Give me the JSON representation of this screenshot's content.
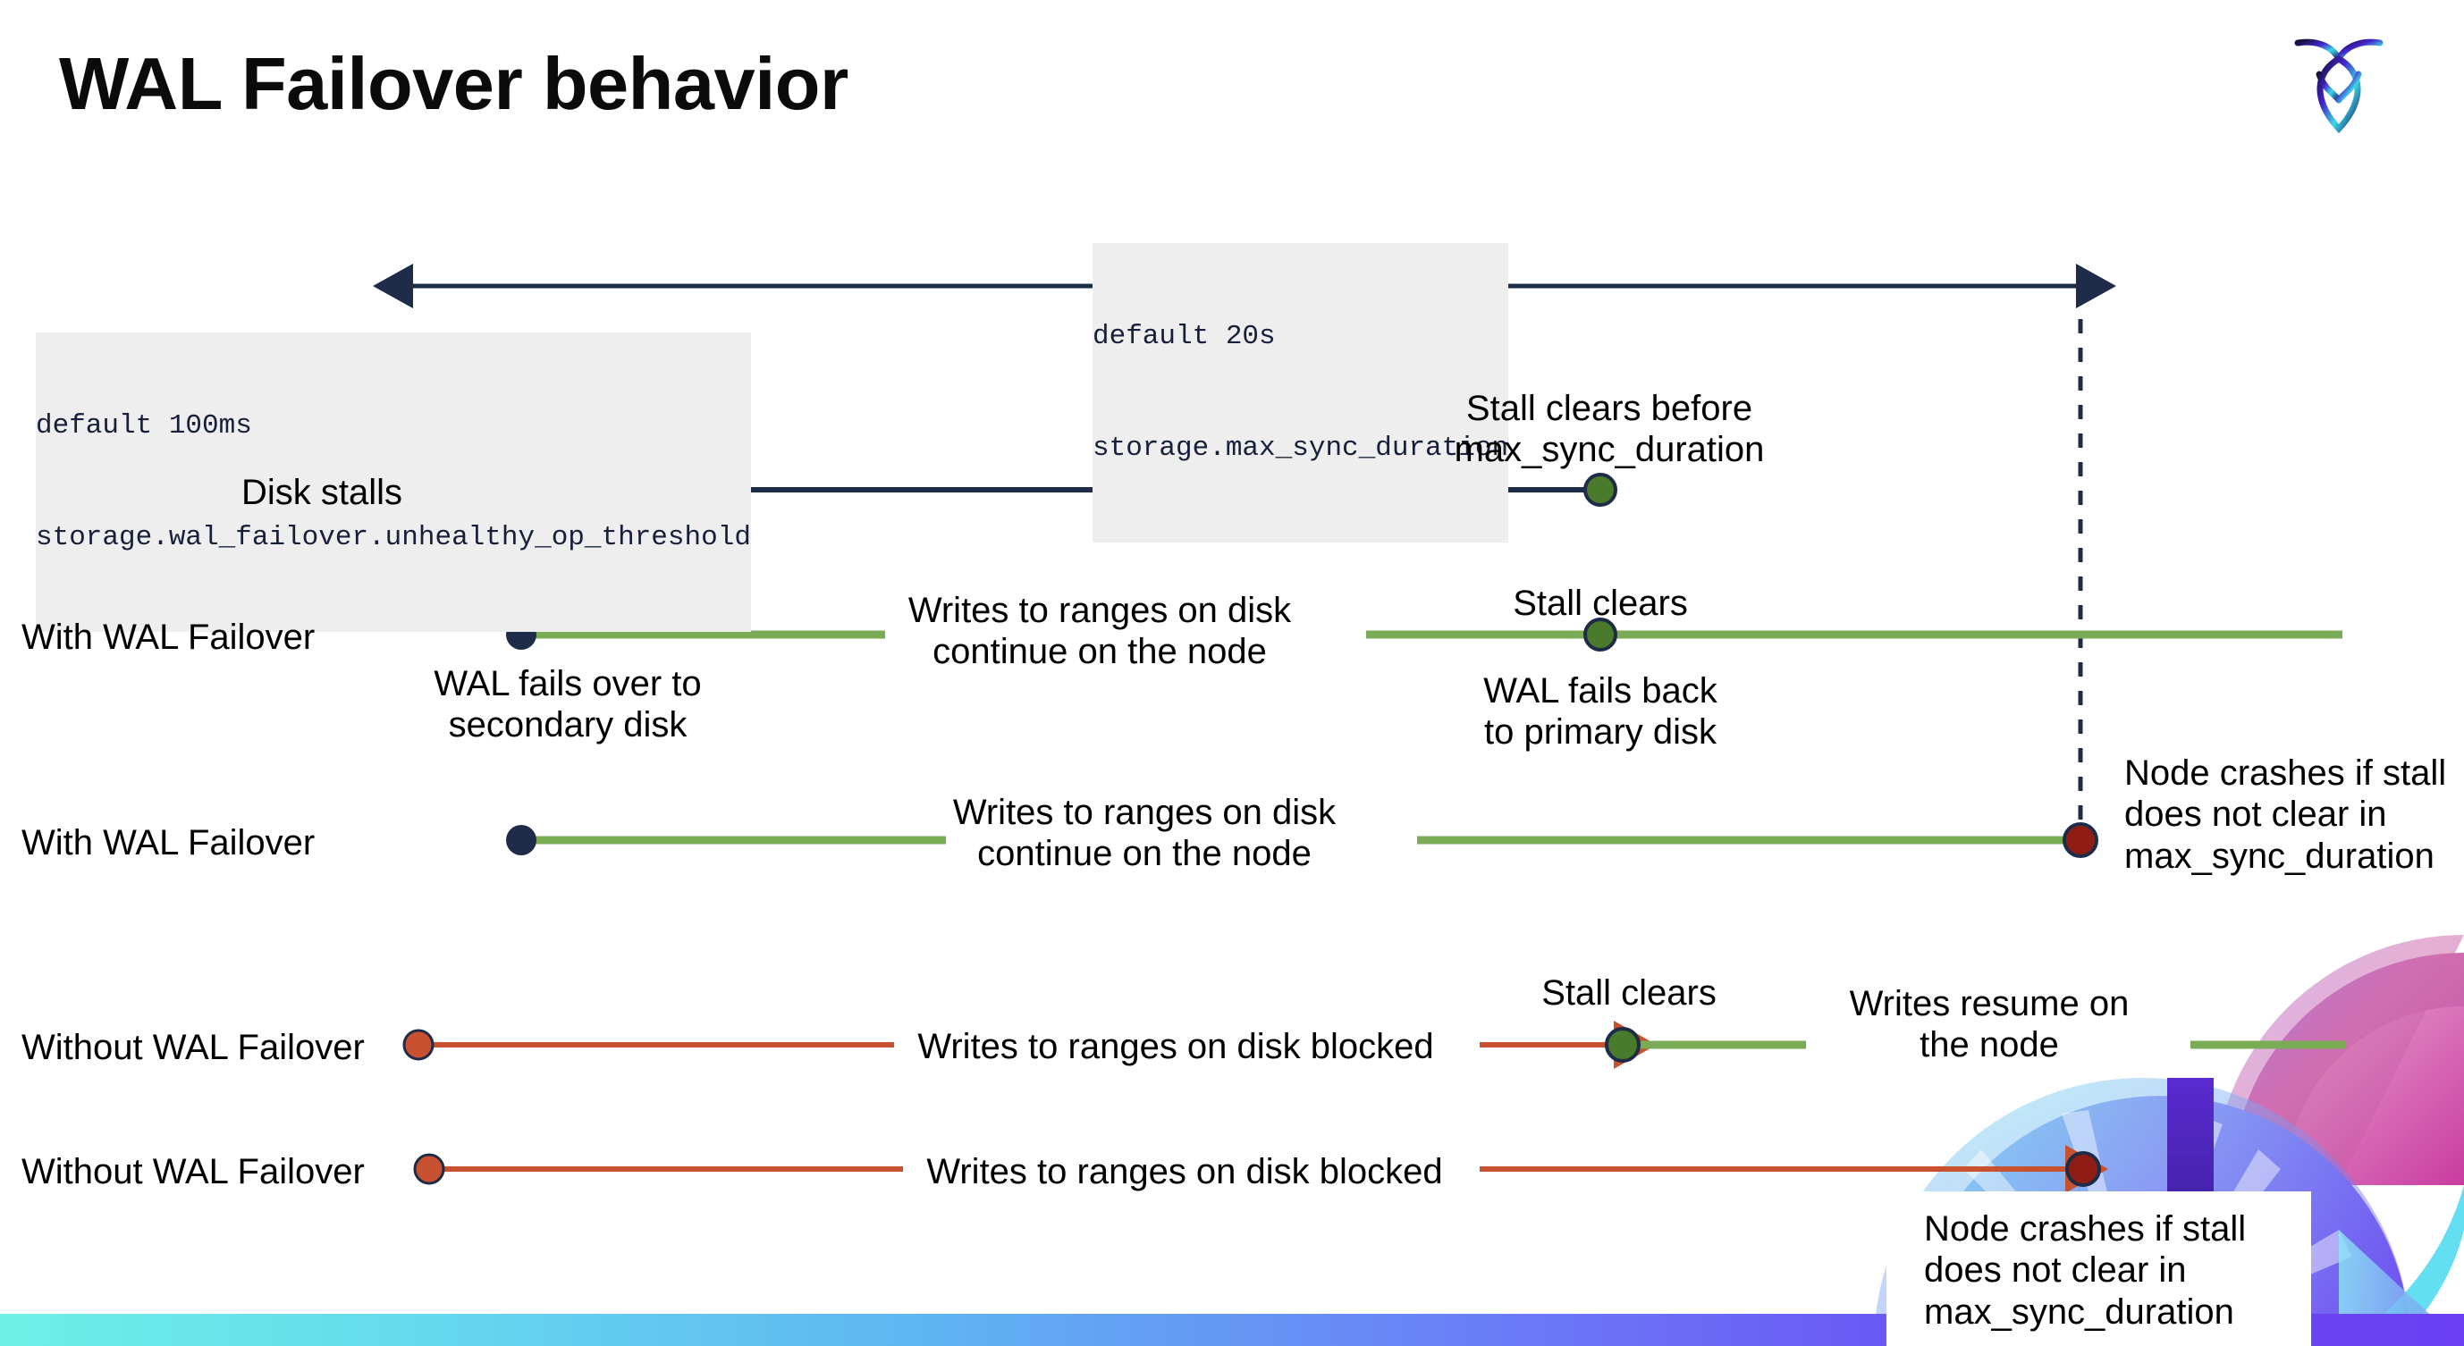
{
  "slide": {
    "title": "WAL Failover behavior",
    "logo_name": "cockroachdb-logo",
    "background": "#ffffff",
    "accent_colors": {
      "navy": "#1e2b४9",
      "navy_fixed": "#1e2b49",
      "green_line": "#7aa köp",
      "green": "#7aab55",
      "green_dot": "#4a7a2c",
      "orange": "#c8522f",
      "dark_red": "#8f1d14",
      "code_bg": "#eeeeee",
      "band_start": "#6ef0e6",
      "band_end": "#6a40f2"
    }
  },
  "annotations": {
    "max_sync": {
      "default": "default 20s",
      "setting": "storage.max_sync_duration"
    },
    "unhealthy_op": {
      "default": "default 100ms",
      "setting": "storage.wal_failover.unhealthy_op_threshold"
    }
  },
  "rows": [
    {
      "id": "disk-stalls",
      "label": "Disk stalls",
      "notes": [
        {
          "id": "stall-clears-before",
          "text": "Stall clears before\nmax_sync_duration"
        }
      ]
    },
    {
      "id": "with-wal-failover-1",
      "label": "With WAL Failover",
      "notes": [
        {
          "id": "wal-fails-over",
          "text": "WAL fails over to\nsecondary disk"
        },
        {
          "id": "writes-continue-1",
          "text": "Writes to ranges on disk\ncontinue on the node"
        },
        {
          "id": "stall-clears-1",
          "text": "Stall clears"
        },
        {
          "id": "wal-fails-back",
          "text": "WAL fails  back\nto primary disk"
        }
      ]
    },
    {
      "id": "with-wal-failover-2",
      "label": "With WAL Failover",
      "notes": [
        {
          "id": "writes-continue-2",
          "text": "Writes to ranges on disk\ncontinue on the node"
        },
        {
          "id": "node-crashes-1",
          "text": "Node crashes if stall\ndoes not clear in\nmax_sync_duration"
        }
      ]
    },
    {
      "id": "without-wal-failover-1",
      "label": "Without WAL Failover",
      "notes": [
        {
          "id": "writes-blocked-1",
          "text": "Writes to ranges on disk  blocked"
        },
        {
          "id": "stall-clears-2",
          "text": "Stall clears"
        },
        {
          "id": "writes-resume",
          "text": "Writes resume on\nthe node"
        }
      ]
    },
    {
      "id": "without-wal-failover-2",
      "label": "Without WAL Failover",
      "notes": [
        {
          "id": "writes-blocked-2",
          "text": "Writes to ranges on disk  blocked"
        },
        {
          "id": "node-crashes-2",
          "text": "Node crashes if stall\ndoes not clear in\nmax_sync_duration"
        }
      ]
    }
  ],
  "markers": {
    "stall-start": "orange-dot",
    "failover-point": "navy-dot",
    "stall-clear": "green-dot",
    "node-crash": "dark-red-dot"
  }
}
